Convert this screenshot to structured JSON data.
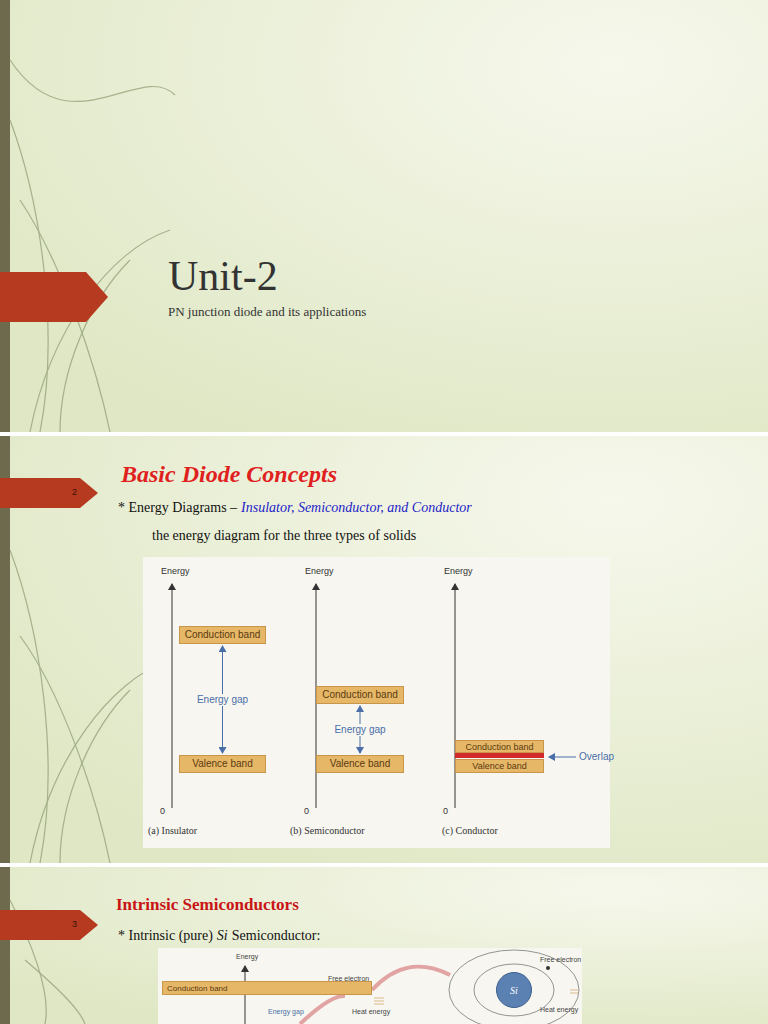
{
  "diagram": {
    "title": "Unit-2",
    "nodes": [
      {
        "text": [
          "Conduction band"
        ]
      },
      {
        "text": [
          "Valence band"
        ]
      },
      {
        "text": [
          "Conduction band"
        ]
      },
      {
        "text": [
          "Valence band"
        ]
      },
      {
        "text": [
          "Conduction band"
        ]
      },
      {
        "text": [
          "Valence band"
        ]
      },
      {
        "text": [
          "Conduction band"
        ]
      },
      {
        "text": [
          "Si"
        ]
      }
    ],
    "edges": [
      {
        "from": 0,
        "to": 1,
        "arrow": "both",
        "label": "Energy gap"
      },
      {
        "from": 2,
        "to": 3,
        "arrow": "both",
        "label": "Energy gap"
      }
    ],
    "labels": [
      "PN junction diode and its applications",
      "2",
      "Basic Diode Concepts",
      "* Energy Diagrams –",
      "Insulator, Semiconductor, and Conductor",
      "the energy diagram for the three types of solids",
      "Energy",
      "Energy",
      "Energy",
      "0",
      "0",
      "0",
      "(a) Insulator",
      "(b) Semiconductor",
      "(c) Conductor",
      "Overlap",
      "3",
      "Intrinsic Semiconductors",
      "* Intrinsic (pure)",
      "Si",
      "Semiconductor:",
      "Energy",
      "Energy gap",
      "Free electron",
      "Heat energy",
      "Free electron",
      "Heat energy"
    ]
  }
}
